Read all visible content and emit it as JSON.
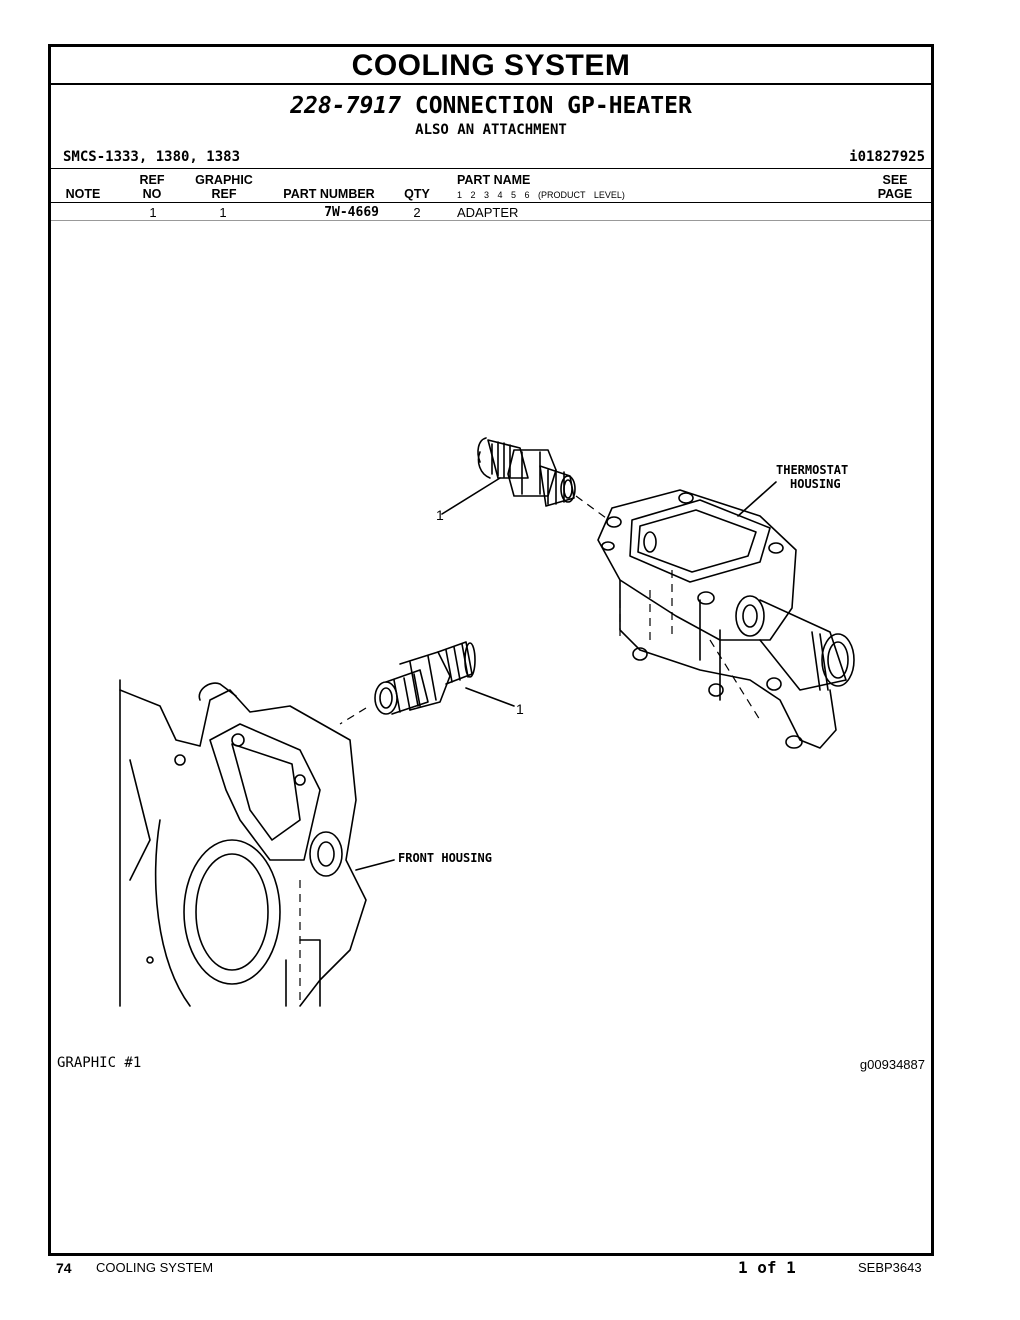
{
  "header": {
    "section_title": "COOLING SYSTEM",
    "group_number": "228-7917",
    "group_name": "CONNECTION GP-HEATER",
    "subtitle": "ALSO AN ATTACHMENT",
    "smcs": "SMCS-1333, 1380, 1383",
    "illustration_id": "i01827925"
  },
  "columns": {
    "note": "NOTE",
    "ref_no": [
      "REF",
      "NO"
    ],
    "graphic_ref": [
      "GRAPHIC",
      "REF"
    ],
    "part_number": "PART NUMBER",
    "qty": "QTY",
    "part_name": "PART NAME",
    "product_levels": "1  2  3  4  5  6  (PRODUCT LEVEL)",
    "see_page": [
      "SEE",
      "PAGE"
    ]
  },
  "parts": [
    {
      "note": "",
      "ref_no": "1",
      "graphic_ref": "1",
      "part_number": "7W-4669",
      "qty": "2",
      "part_name": "ADAPTER",
      "see_page": ""
    }
  ],
  "graphic": {
    "label": "GRAPHIC #1",
    "id": "g00934887",
    "callouts": {
      "thermostat_line1": "THERMOSTAT",
      "thermostat_line2": "HOUSING",
      "front_housing": "FRONT HOUSING",
      "ref1_upper": "1",
      "ref1_lower": "1"
    }
  },
  "footer": {
    "page_number": "74",
    "section": "COOLING SYSTEM",
    "page_of": "1 of 1",
    "doc_number": "SEBP3643"
  }
}
